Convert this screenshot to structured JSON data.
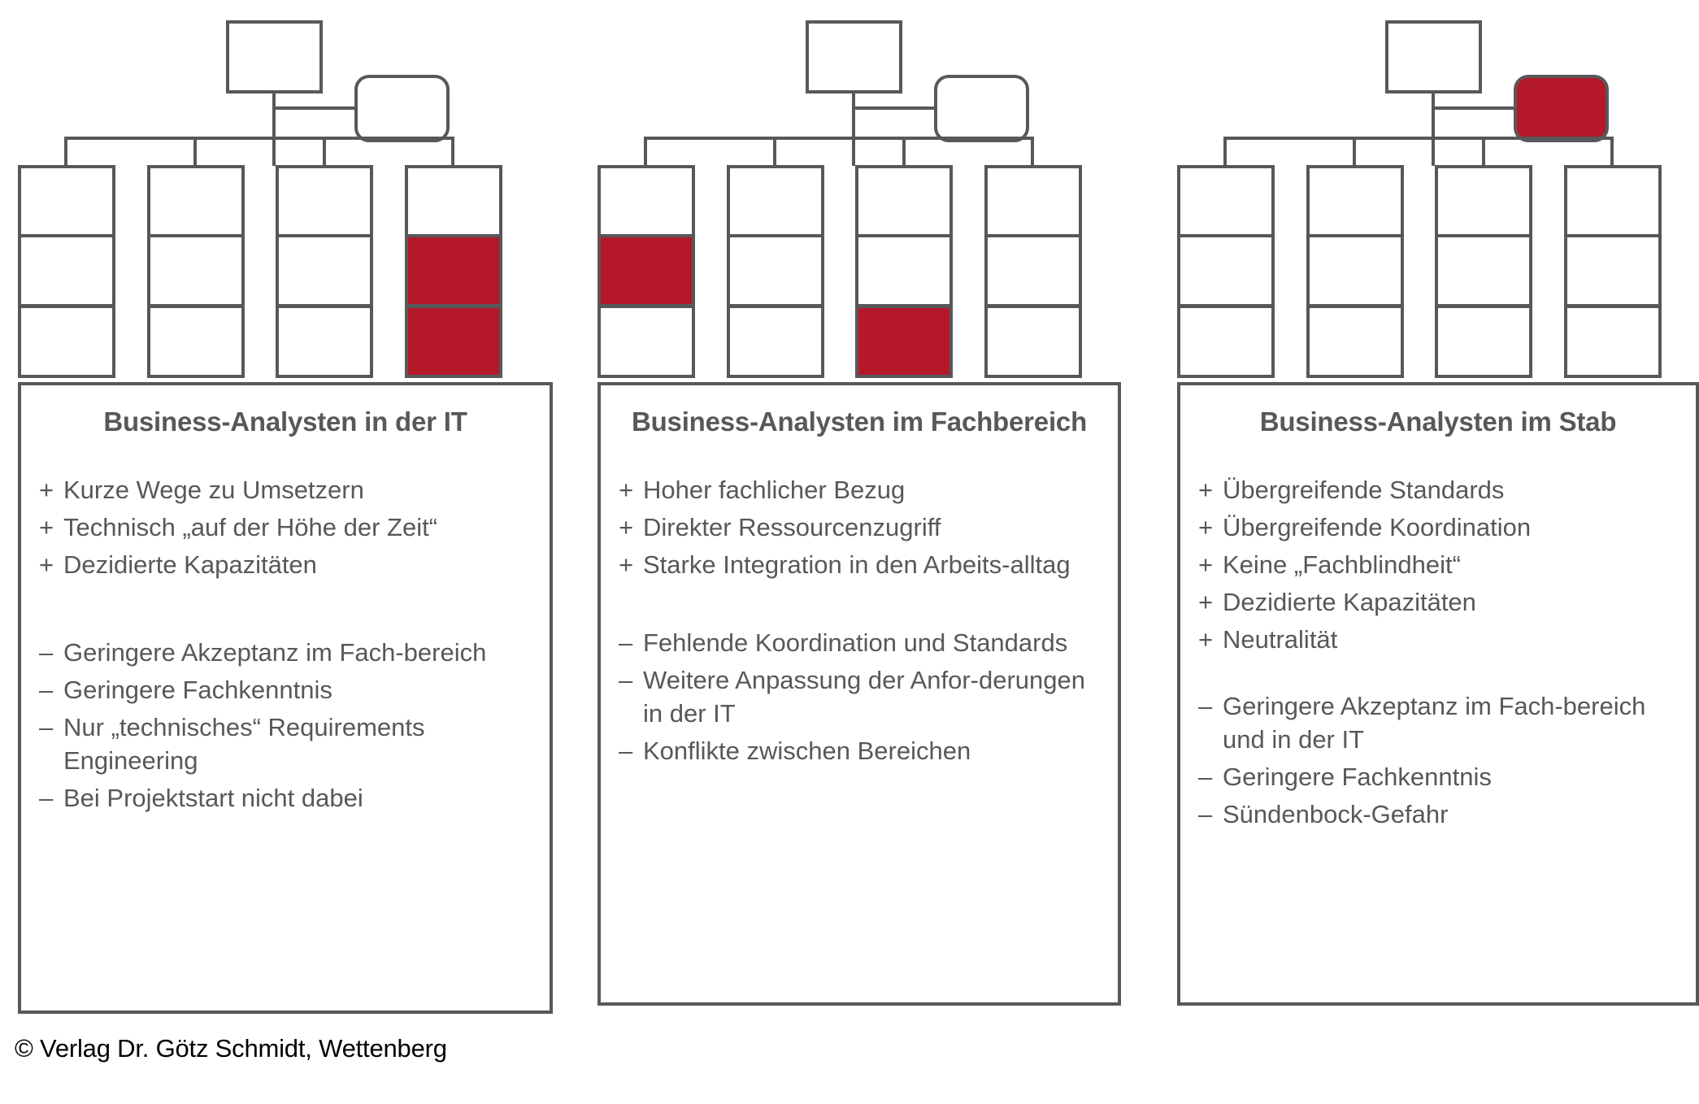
{
  "colors": {
    "accent_red": "#b51829",
    "outline_gray": "#58585a",
    "background": "#ffffff"
  },
  "columns": [
    {
      "id": "business-analysts-in-der-it",
      "title": "Business-Analysten in der IT",
      "orgchart": {
        "top_box_highlighted": false,
        "staff_box_highlighted": false,
        "grid_rows": 3,
        "grid_cols": 4,
        "highlighted_cells": [
          [
            1,
            3
          ],
          [
            2,
            3
          ]
        ]
      },
      "pros_mark": "+",
      "cons_mark": "–",
      "pros": [
        "Kurze Wege zu Umsetzern",
        "Technisch „auf der Höhe der Zeit“",
        "Dezidierte Kapazitäten"
      ],
      "cons": [
        "Geringere Akzeptanz im Fach-bereich",
        "Geringere Fachkenntnis",
        "Nur „technisches“ Requirements Engineering",
        "Bei Projektstart nicht dabei"
      ]
    },
    {
      "id": "business-analysten-im-fachbereich",
      "title": "Business-Analysten im Fachbereich",
      "orgchart": {
        "top_box_highlighted": false,
        "staff_box_highlighted": false,
        "grid_rows": 3,
        "grid_cols": 4,
        "highlighted_cells": [
          [
            1,
            0
          ],
          [
            2,
            2
          ]
        ]
      },
      "pros_mark": "+",
      "cons_mark": "–",
      "pros": [
        "Hoher fachlicher Bezug",
        "Direkter Ressourcenzugriff",
        "Starke Integration in den Arbeits-alltag"
      ],
      "cons": [
        "Fehlende Koordination und Standards",
        "Weitere Anpassung der Anfor-derungen in der IT",
        "Konflikte zwischen Bereichen"
      ]
    },
    {
      "id": "business-analysten-im-stab",
      "title": "Business-Analysten im Stab",
      "orgchart": {
        "top_box_highlighted": false,
        "staff_box_highlighted": true,
        "grid_rows": 3,
        "grid_cols": 4,
        "highlighted_cells": []
      },
      "pros_mark": "+",
      "cons_mark": "–",
      "pros": [
        "Übergreifende Standards",
        "Übergreifende Koordination",
        "Keine „Fachblindheit“",
        "Dezidierte Kapazitäten",
        "Neutralität"
      ],
      "cons": [
        "Geringere Akzeptanz im Fach-bereich und in der IT",
        "Geringere Fachkenntnis",
        "Sündenbock-Gefahr"
      ]
    }
  ],
  "footer": {
    "copyright": "© Verlag Dr. Götz Schmidt, Wettenberg"
  }
}
